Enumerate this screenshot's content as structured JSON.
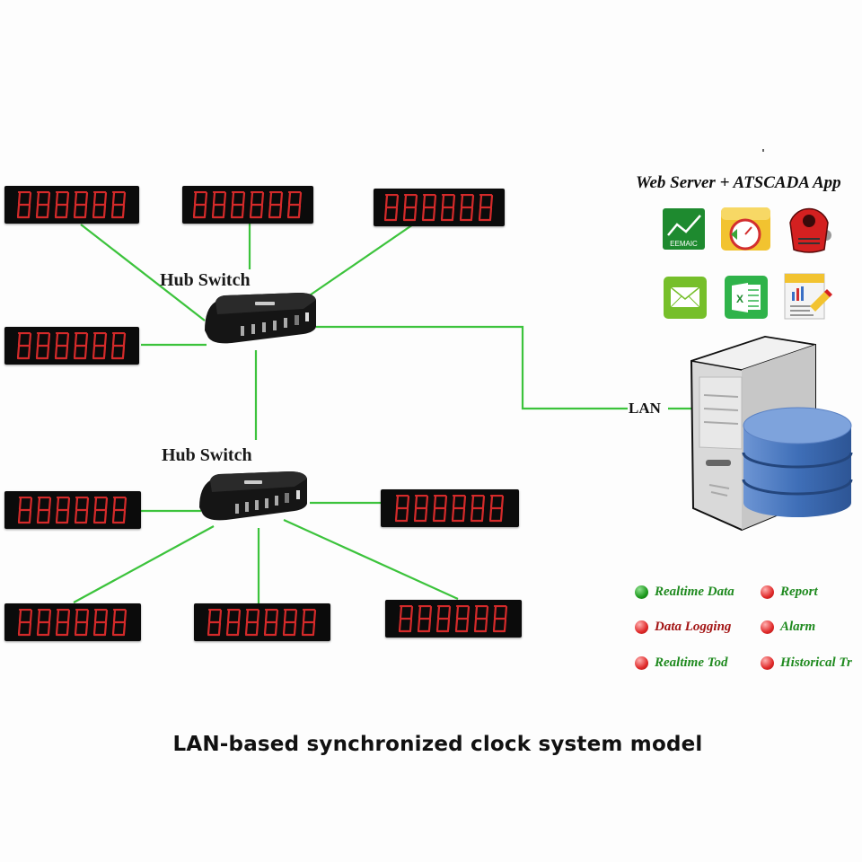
{
  "caption": "LAN-based synchronized clock system model",
  "hubs": [
    {
      "label": "Hub Switch"
    },
    {
      "label": "Hub Switch"
    }
  ],
  "lan_label": "LAN",
  "clock_display": {
    "digits": "888888",
    "segment_color": "#d42a2a",
    "background": "#0b0b0b"
  },
  "clocks_top_group": [
    {
      "id": "clock-1"
    },
    {
      "id": "clock-2"
    },
    {
      "id": "clock-3"
    },
    {
      "id": "clock-4"
    }
  ],
  "clocks_bottom_group": [
    {
      "id": "clock-5"
    },
    {
      "id": "clock-6"
    },
    {
      "id": "clock-7"
    },
    {
      "id": "clock-8"
    },
    {
      "id": "clock-9"
    }
  ],
  "server": {
    "title": "Web Server + ATSCADA App",
    "apps": [
      {
        "icon": "trend-chart-icon",
        "label": "EEMAIC"
      },
      {
        "icon": "folder-clock-icon",
        "label": ""
      },
      {
        "icon": "alarm-bell-icon",
        "label": ""
      },
      {
        "icon": "email-envelope-icon",
        "label": ""
      },
      {
        "icon": "excel-icon",
        "label": "X"
      },
      {
        "icon": "report-chart-icon",
        "label": ""
      }
    ]
  },
  "features": [
    {
      "label": "Realtime Data",
      "dot": "green",
      "text_color": "#1f8a1f"
    },
    {
      "label": "Report",
      "dot": "red",
      "text_color": "#1f8a1f"
    },
    {
      "label": "Data Logging",
      "dot": "red",
      "text_color": "#a31515"
    },
    {
      "label": "Alarm",
      "dot": "red",
      "text_color": "#1f8a1f"
    },
    {
      "label": "Realtime Tod",
      "dot": "red",
      "text_color": "#1f8a1f"
    },
    {
      "label": "Historical Tr",
      "dot": "red",
      "text_color": "#1f8a1f"
    }
  ],
  "colors": {
    "link_line": "#3cc33c",
    "db_blue": "#3f6fb8"
  }
}
